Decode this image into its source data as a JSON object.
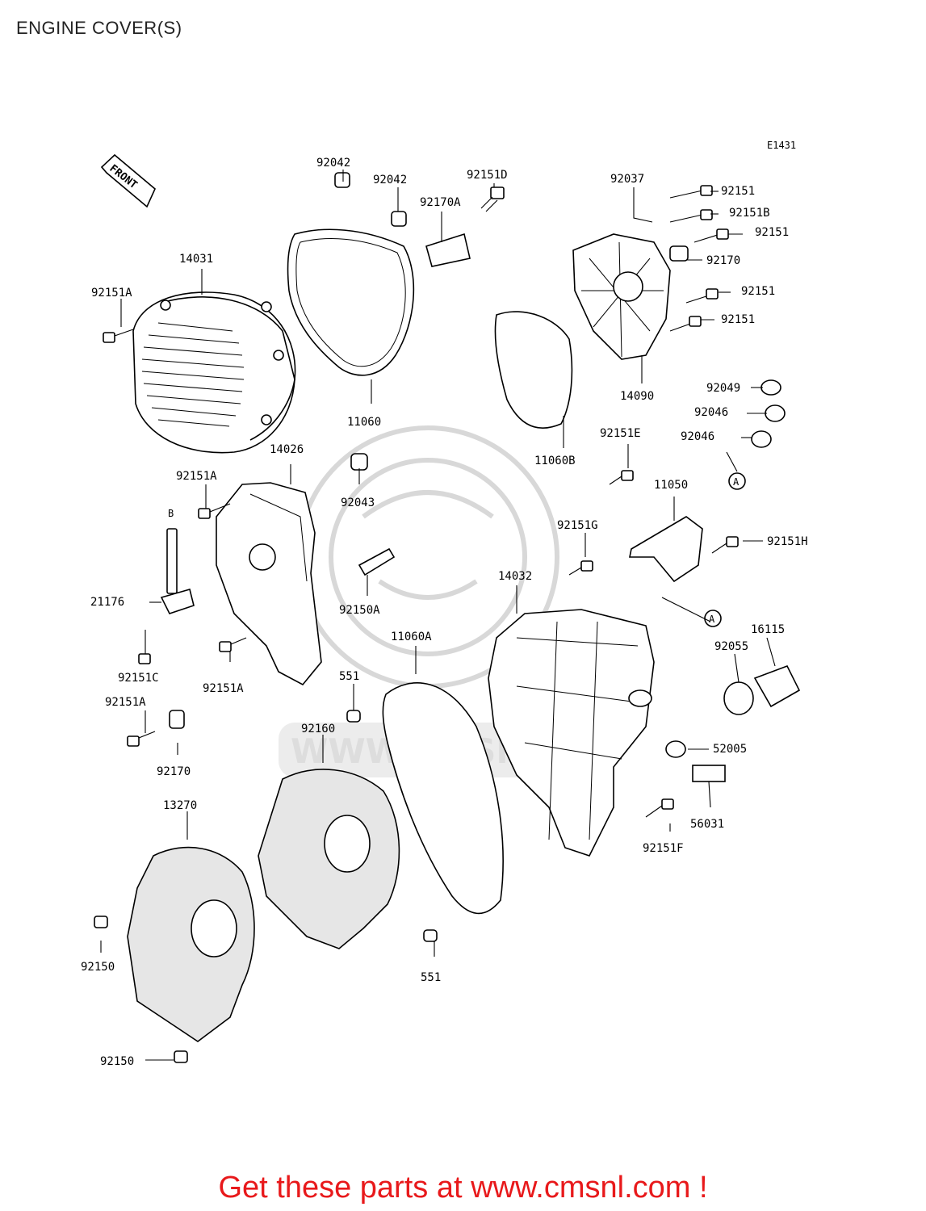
{
  "page": {
    "title": "ENGINE COVER(S)",
    "diagram_code": "E1431",
    "front_label": "FRONT",
    "watermark": "WWW.CMSNL.CO",
    "footer": "Get these parts at www.cmsnl.com !"
  },
  "labels": [
    "92042",
    "92042",
    "92151D",
    "92170A",
    "92037",
    "92151",
    "92151B",
    "92151",
    "92170",
    "92151",
    "92151",
    "14031",
    "92151A",
    "11060",
    "14090",
    "92049",
    "92046",
    "92046",
    "11060B",
    "14026",
    "92151A",
    "92043",
    "92151E",
    "11050",
    "92151G",
    "92151H",
    "21176",
    "92150A",
    "14032",
    "11060A",
    "16115",
    "92055",
    "92151C",
    "92151A",
    "551",
    "92151A",
    "92160",
    "52005",
    "92170",
    "56031",
    "13270",
    "92151F",
    "92150",
    "551",
    "92150"
  ],
  "callouts": [
    "A",
    "A"
  ],
  "markers": [
    "B"
  ]
}
